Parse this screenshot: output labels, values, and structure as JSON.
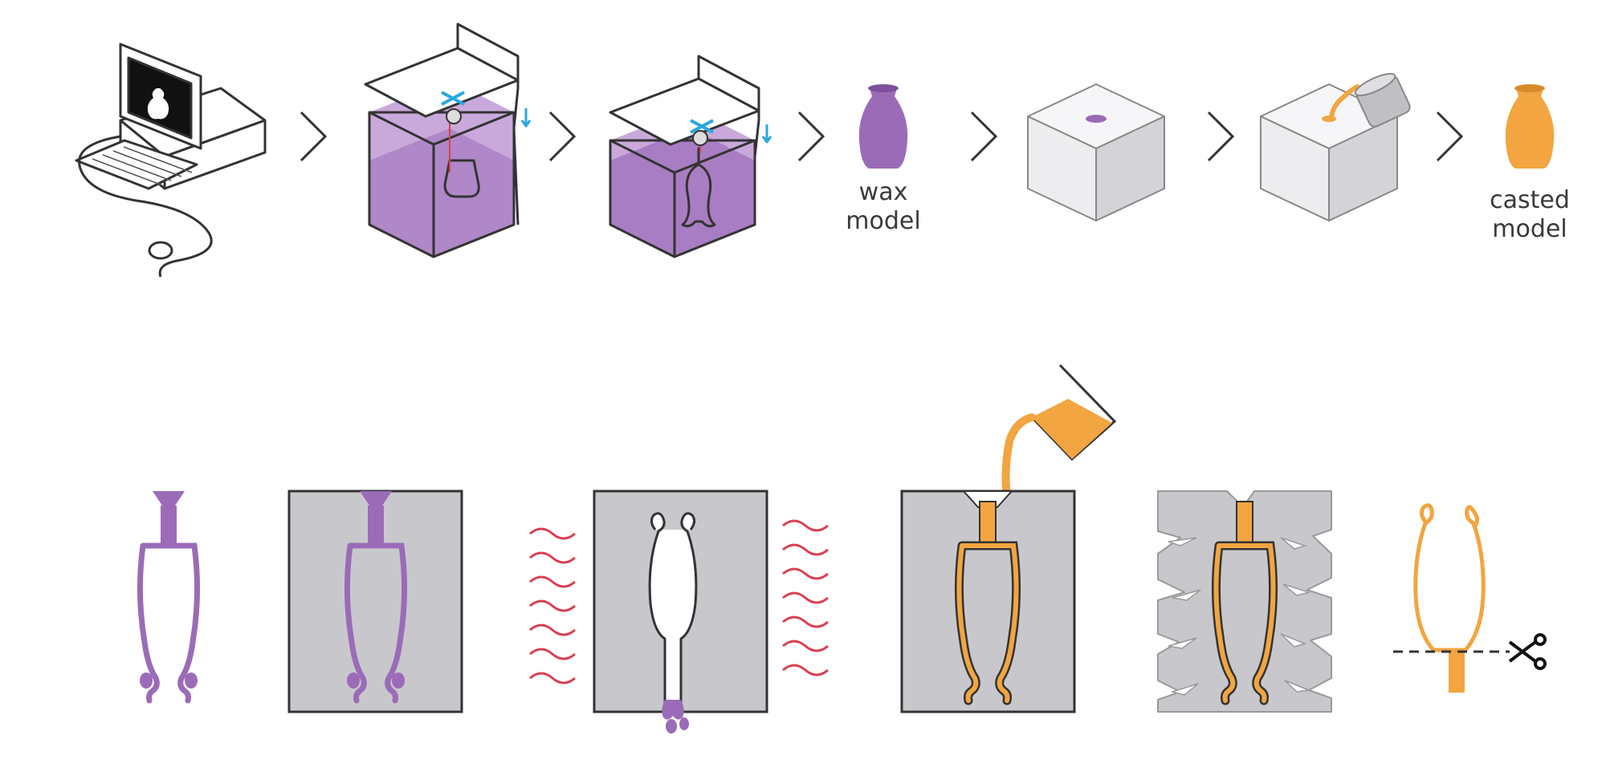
{
  "labels": {
    "wax_model": [
      "wax",
      "model"
    ],
    "casted_model": [
      "casted",
      "model"
    ]
  },
  "colors": {
    "wax_purple": "#9b6bb8",
    "resin_purple": "#c9a9dc",
    "metal_orange": "#f2a540",
    "mold_gray": "#c8c8cc",
    "heat_red": "#d84050",
    "laser_blue": "#2aa7e0",
    "outline": "#333333"
  },
  "icons": [
    "computer-icon",
    "3d-printer-icon",
    "vase-icon",
    "investment-block-icon",
    "pouring-crucible-icon",
    "heat-wave-icon",
    "scissors-icon",
    "chevron-right-icon"
  ]
}
